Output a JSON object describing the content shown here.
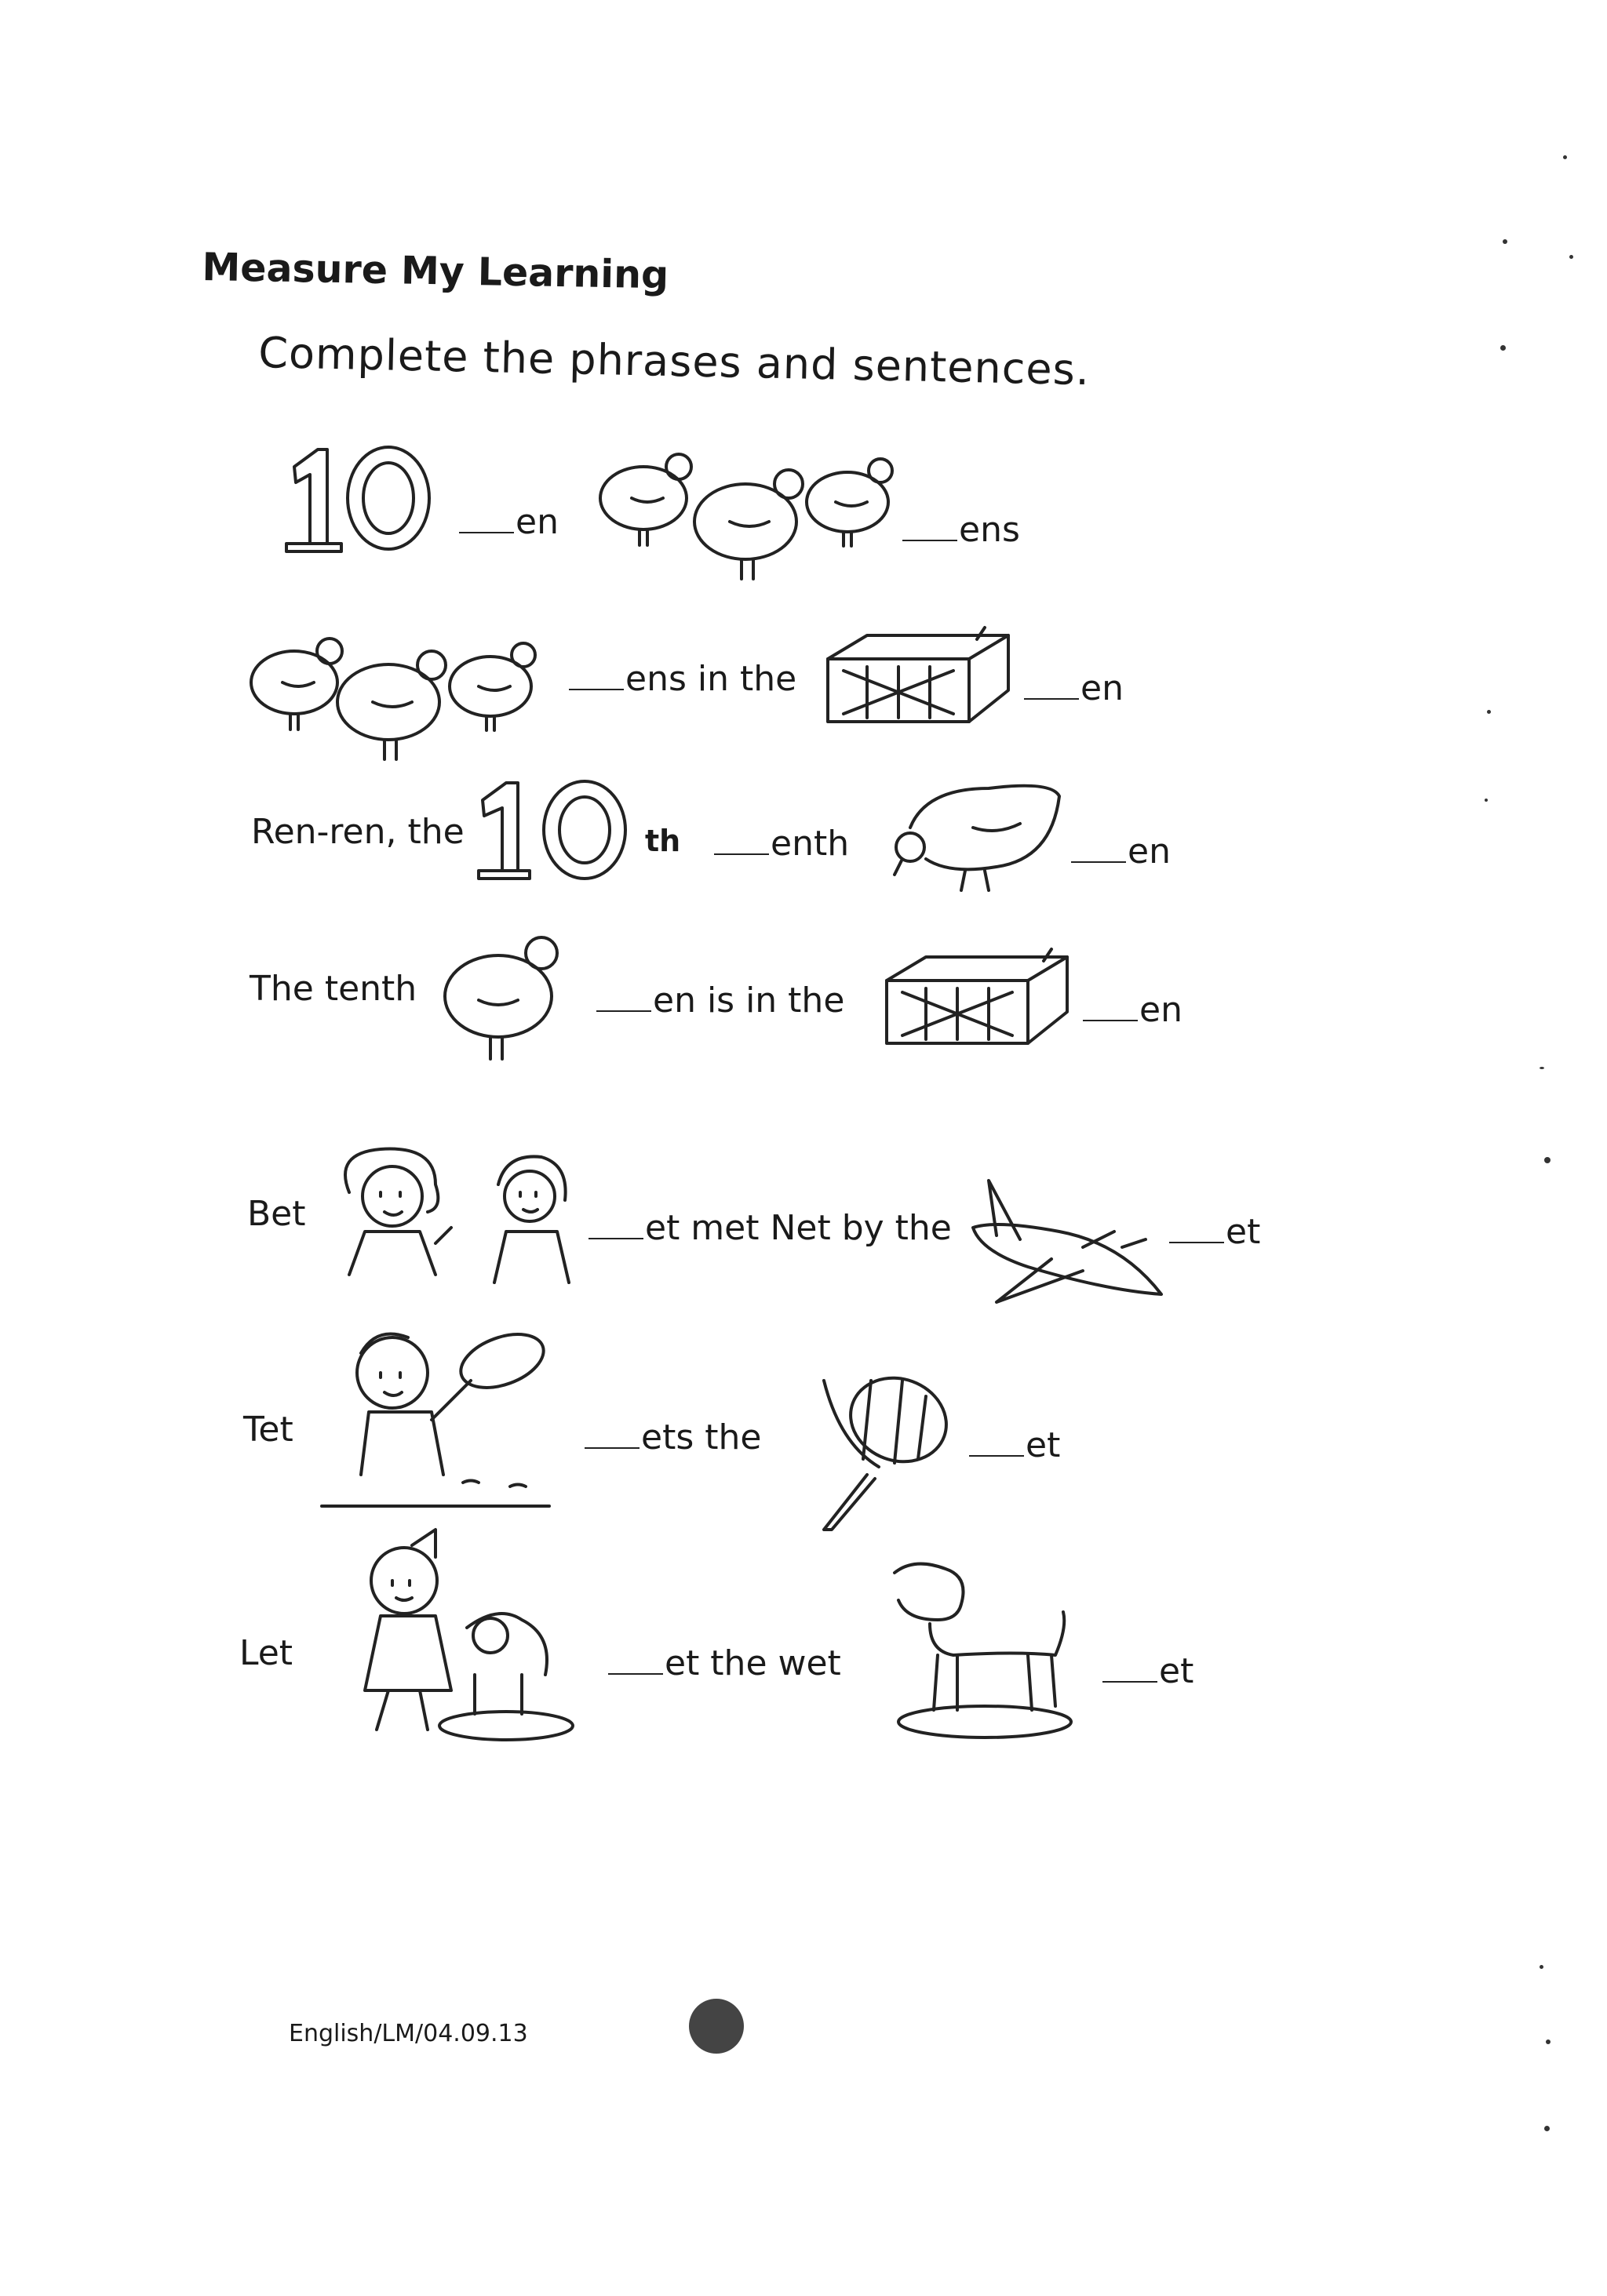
{
  "heading": "Measure My Learning",
  "instruction": "Complete the phrases and sentences.",
  "numeral": "10",
  "ordinal_suffix": "th",
  "rows": [
    {
      "parts": [
        "",
        "en",
        "",
        "ens"
      ]
    },
    {
      "parts": [
        "",
        "ens in the",
        "",
        "en"
      ]
    },
    {
      "lead": "Ren-ren, the",
      "parts": [
        "",
        "enth",
        "",
        "en"
      ]
    },
    {
      "lead": "The tenth",
      "parts": [
        "",
        "en is in the",
        "",
        "en"
      ]
    },
    {
      "lead": "Bet",
      "parts": [
        "",
        "et met Net by the",
        "",
        "et"
      ]
    },
    {
      "lead": "Tet",
      "parts": [
        "",
        "ets the",
        "",
        "et"
      ]
    },
    {
      "lead": "Let",
      "parts": [
        "",
        "et the wet",
        "",
        "et"
      ]
    }
  ],
  "icons": [
    "hen-icon",
    "coop-icon",
    "pecking-hen-icon",
    "girl-bet-icon",
    "girl-net-icon",
    "jet-icon",
    "boy-net-icon",
    "net-icon",
    "girl-let-icon",
    "wet-dog-icon"
  ],
  "footer": "English/LM/04.09.13"
}
